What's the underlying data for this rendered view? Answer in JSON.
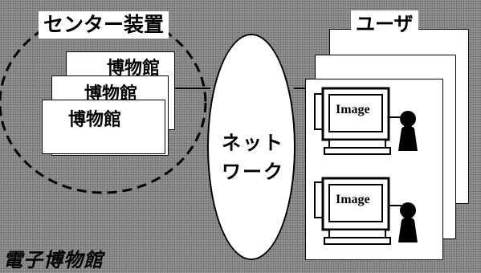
{
  "labels": {
    "center": "センター装置",
    "user": "ユーザ",
    "museum": "博物館",
    "network_line1": "ネット",
    "network_line2": "ワーク",
    "image": "Image",
    "title": "電子博物館"
  },
  "colors": {
    "background": "#8e8e8e",
    "box": "#ffffff",
    "line": "#000000"
  }
}
